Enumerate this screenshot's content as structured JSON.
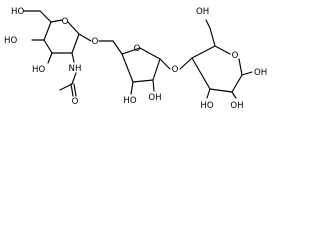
{
  "molecule": {
    "atom_labels": {
      "ho_top": "HO",
      "ho_left": "HO",
      "ho_mid": "HO",
      "o_ring1": "O",
      "o_link1": "O",
      "nh": "NH",
      "o_ring2": "O",
      "o_link2": "O",
      "o_acetyl": "O",
      "ho_ring2": "HO",
      "oh_ring2": "OH",
      "oh_top_right": "OH",
      "o_ring3": "O",
      "oh_right": "OH",
      "ho_ring3": "HO",
      "oh_ring3": "OH"
    }
  }
}
